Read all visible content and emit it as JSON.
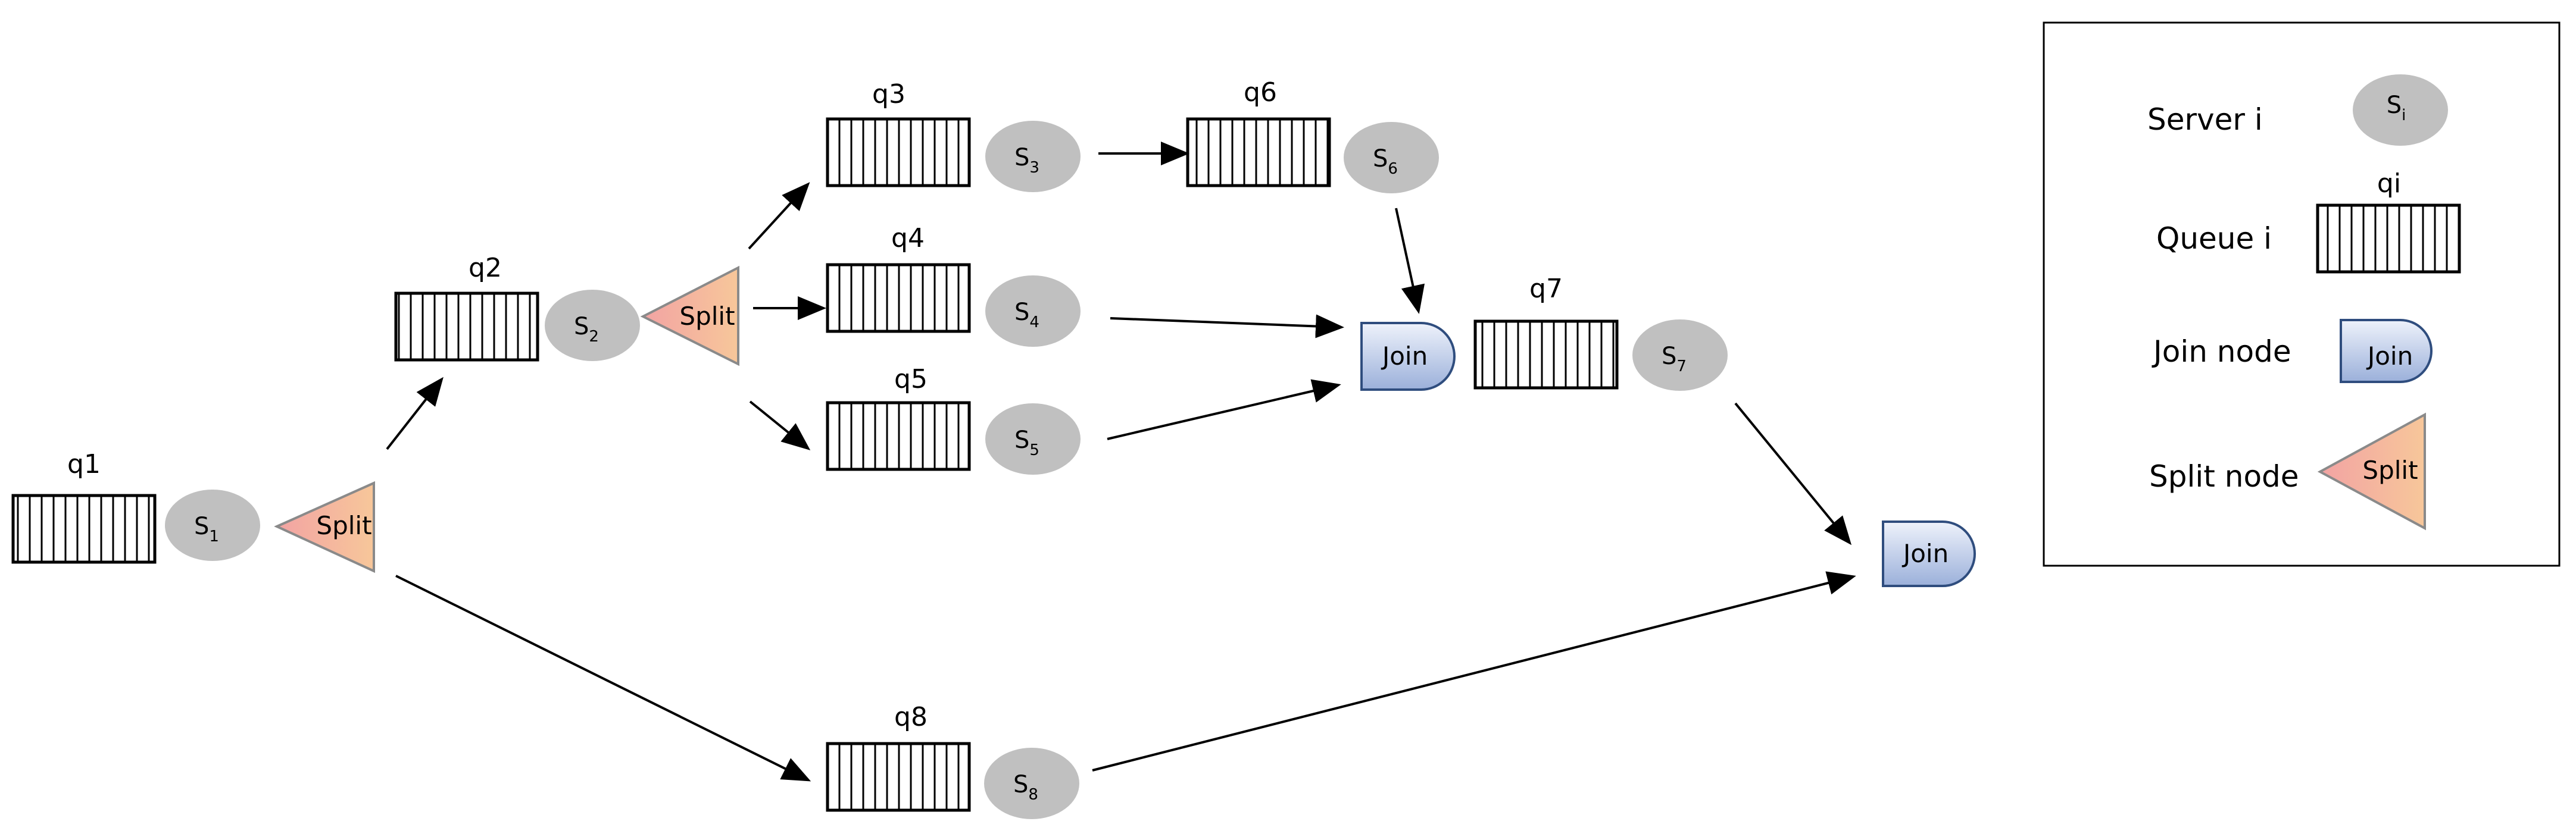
{
  "colors": {
    "server_fill": "#c0c0c0",
    "queue_stroke": "#000000",
    "join_gradient_top": "#eef2fb",
    "join_gradient_bottom": "#9bb0da",
    "join_stroke": "#2f4d7e",
    "split_gradient_a": "#f2a3a3",
    "split_gradient_b": "#f7c79a",
    "split_stroke": "#8a8a8a",
    "arrow": "#000000"
  },
  "queues": {
    "q1": "q1",
    "q2": "q2",
    "q3": "q3",
    "q4": "q4",
    "q5": "q5",
    "q6": "q6",
    "q7": "q7",
    "q8": "q8"
  },
  "servers": {
    "s1": {
      "letter": "S",
      "sub": "1"
    },
    "s2": {
      "letter": "S",
      "sub": "2"
    },
    "s3": {
      "letter": "S",
      "sub": "3"
    },
    "s4": {
      "letter": "S",
      "sub": "4"
    },
    "s5": {
      "letter": "S",
      "sub": "5"
    },
    "s6": {
      "letter": "S",
      "sub": "6"
    },
    "s7": {
      "letter": "S",
      "sub": "7"
    },
    "s8": {
      "letter": "S",
      "sub": "8"
    }
  },
  "split_label": "Split",
  "join_label": "Join",
  "legend": {
    "server_text": "Server i",
    "server_symbol": {
      "letter": "S",
      "sub": "i"
    },
    "queue_text": "Queue i",
    "queue_symbol_label": "qi",
    "join_text": "Join node",
    "join_symbol_label": "Join",
    "split_text": "Split node",
    "split_symbol_label": "Split"
  }
}
